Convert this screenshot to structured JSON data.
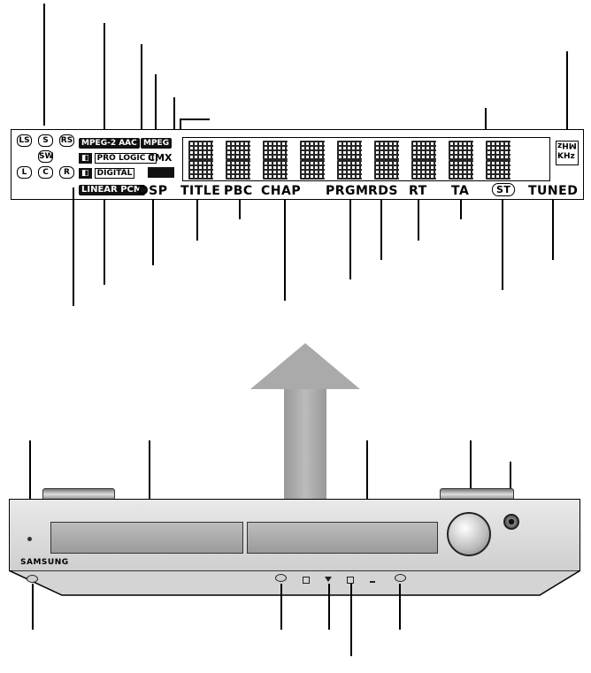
{
  "display": {
    "channels": {
      "ls": "LS",
      "s": "S",
      "rs": "RS",
      "sw": "SW",
      "l": "L",
      "c": "C",
      "r": "R"
    },
    "formats": {
      "mpeg2aac": "MPEG-2 AAC",
      "mpeg": "MPEG",
      "prologic2": "PRO LOGIC II",
      "cmx": "CMX",
      "digital": "DIGITAL",
      "linear_pcm": "LINEAR PCM",
      "dsp": "DSP"
    },
    "indicators": {
      "title": "TITLE",
      "pbc": "PBC",
      "chap": "CHAP",
      "prgm": "PRGM",
      "rds": "RDS",
      "rt": "RT",
      "ta": "TA",
      "st": "ST",
      "tuned": "TUNED"
    },
    "units": {
      "mhz": "MHz",
      "khz": "KHz"
    }
  },
  "receiver": {
    "brand": "SAMSUNG"
  }
}
